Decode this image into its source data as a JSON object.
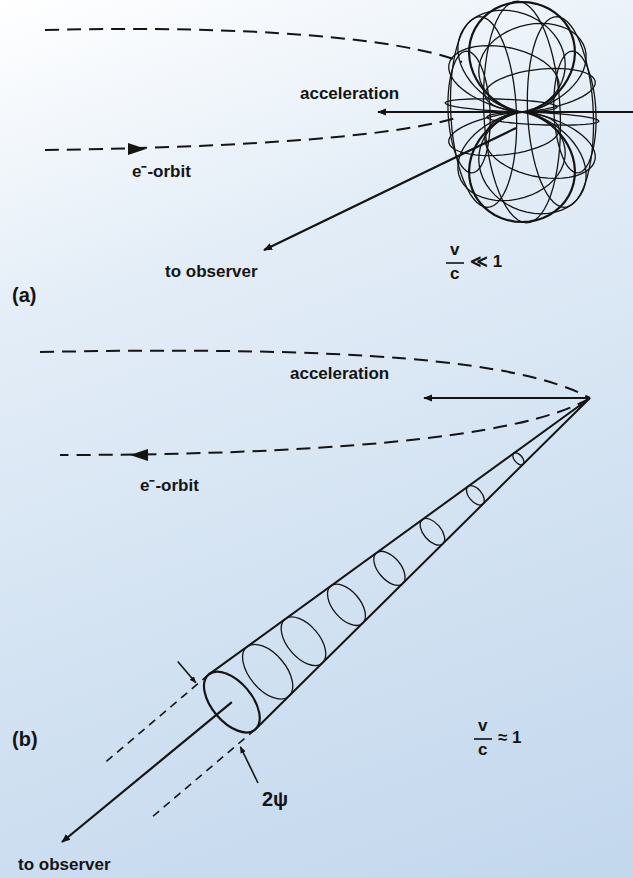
{
  "diagram": {
    "labels": [
      "acceleration",
      "e⁻-orbit",
      "to observer",
      "v",
      "c",
      "≪ 1",
      "(a)",
      "acceleration",
      "e⁻-orbit",
      "(b)",
      "v",
      "c",
      "≈ 1",
      "2ψ",
      "to observer"
    ]
  }
}
